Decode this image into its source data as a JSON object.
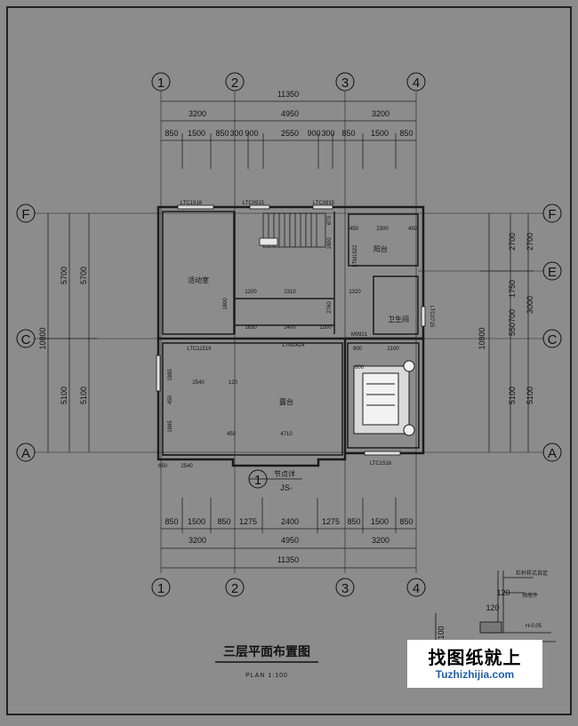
{
  "drawing": {
    "title": "三层平面布置图",
    "scale": "PLAN 1:100"
  },
  "axes": {
    "columns": [
      "1",
      "2",
      "3",
      "4"
    ],
    "rows": [
      "F",
      "E",
      "C",
      "A"
    ]
  },
  "dimensions": {
    "top_total": "11350",
    "top_spans": [
      "3200",
      "4950",
      "3200"
    ],
    "top_detail": [
      "850",
      "1500",
      "850",
      "300",
      "900",
      "2550",
      "900",
      "300",
      "850",
      "1500",
      "850"
    ],
    "bottom_detail": [
      "850",
      "1500",
      "850",
      "1275",
      "2400",
      "1275",
      "850",
      "1500",
      "850"
    ],
    "bottom_spans": [
      "3200",
      "4950",
      "3200"
    ],
    "bottom_total": "11350",
    "left_outer": "10800",
    "left_inner": [
      "5700",
      "5100"
    ],
    "left_inner2": [
      "5700",
      "5100"
    ],
    "right_outer": "10800",
    "right_inner": [
      "2700",
      "3000",
      "5100"
    ],
    "right_inner2": [
      "2700",
      "1750",
      "550700",
      "5100"
    ]
  },
  "rooms": {
    "activity": "活动室",
    "terrace": "露台",
    "balcony": "阳台",
    "bathroom": "卫生间"
  },
  "openings": {
    "w_top_left": "LTC1516",
    "w_top_mid": "LTC0915",
    "w_top_right": "LTC0915",
    "w_left_mid": "LTC11516",
    "w_bottom_right": "LTC1516",
    "door_main": "LTM2424",
    "door_bath": "M0921",
    "door_balcony": "LTM1522",
    "w_right": "LTC0715"
  },
  "inner_dims": [
    "2300",
    "450",
    "450",
    "1200",
    "2310",
    "1320",
    "1630",
    "2400",
    "1200",
    "900",
    "2100",
    "2540",
    "2540",
    "4710",
    "1800",
    "1800",
    "2760",
    "1885",
    "1885",
    "450",
    "450",
    "650",
    "600",
    "670",
    "120"
  ],
  "callout": {
    "number": "1",
    "label": "节点详",
    "ref": "JS-"
  },
  "detail": {
    "note1": "栏杆样式自定",
    "note2": "预埋件",
    "dim1": "120",
    "dim2": "120",
    "level": "H-0.05",
    "dim3": "100"
  },
  "brand": {
    "cn": "找图纸就上",
    "url": "Tuzhizhijia.com"
  }
}
